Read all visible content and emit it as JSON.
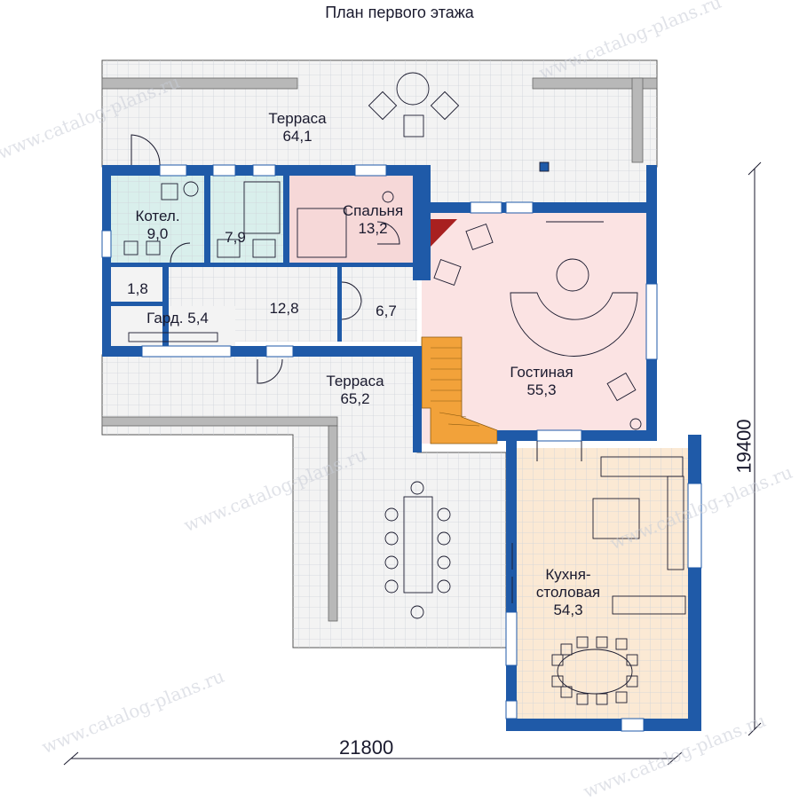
{
  "title": "План первого этажа",
  "watermark": "www.catalog-plans.ru",
  "dimensions": {
    "width": "21800",
    "height": "19400"
  },
  "rooms": {
    "terrace_top": {
      "name": "Терраса",
      "area": "64,1"
    },
    "boiler": {
      "name": "Котел.",
      "area": "9,0"
    },
    "bath": {
      "area": "7,9"
    },
    "bedroom": {
      "name": "Спальня",
      "area": "13,2"
    },
    "wc": {
      "area": "1,8"
    },
    "wardrobe": {
      "name": "Гард. 5,4"
    },
    "hall": {
      "area": "12,8"
    },
    "vestibule": {
      "area": "6,7"
    },
    "living": {
      "name": "Гостиная",
      "area": "55,3"
    },
    "terrace_bottom": {
      "name": "Терраса",
      "area": "65,2"
    },
    "kitchen": {
      "name": "Кухня-",
      "name2": "столовая",
      "area": "54,3"
    }
  },
  "colors": {
    "wall": "#1f5aa8",
    "terrace": "#f3f3f3",
    "grid": "#cfd3da",
    "boiler_room": "#d9efec",
    "bedroom_room": "#f6d8d8",
    "living_room": "#fbe3e3",
    "kitchen_room": "#fbe9d4",
    "stairs": "#f2a23a",
    "fireplace": "#a82020"
  }
}
